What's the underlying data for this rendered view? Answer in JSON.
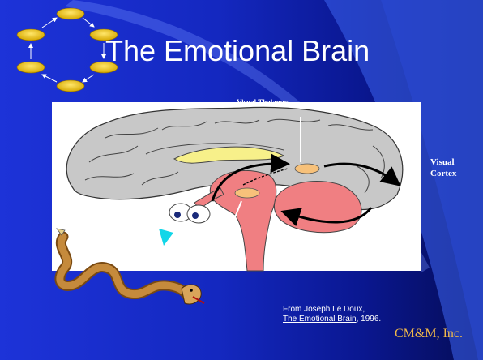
{
  "slide": {
    "title": "The Emotional Brain",
    "visual_thalamus_label": "Visual Thalamus",
    "visual_cortex_label": "Visual Cortex",
    "citation": {
      "prefix": "From Joseph Le Doux,",
      "book": "The Emotional Brain",
      "suffix": ", 1996."
    },
    "company": "CM&M, Inc."
  },
  "colors": {
    "background_left": "#1d33d8",
    "background_right": "#050c55",
    "title": "#ffffff",
    "company": "#f0b84a",
    "brain_gray": "#c8c8c8",
    "brainstem_pink": "#f07f82",
    "corpus_yellow": "#f7f08a",
    "nucleus_orange": "#f7c17a",
    "snake_brown": "#c58a3c"
  },
  "icons": {
    "cycle": "cycle-diagram-icon",
    "snake": "snake-icon",
    "eyes": "eyes-icon",
    "pointer": "cyan-triangle-icon"
  }
}
